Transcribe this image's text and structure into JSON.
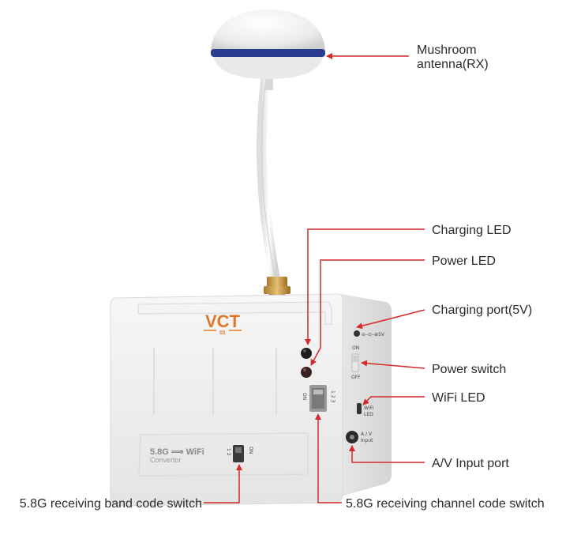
{
  "device": {
    "brand": "VCT",
    "brand_sub": "01",
    "badge_line1": "5.8G ⟹ WiFi",
    "badge_line2": "Convertor",
    "band_switch_marks": "1 2",
    "band_switch_on": "ON",
    "channel_switch_on": "ON",
    "channel_switch_marks": "1 2 3",
    "port_marking": "⊖–⊙–⊕5V",
    "power_on_mark": "ON",
    "power_off_mark": "OFF",
    "wifi_led_mark1": "WiFi",
    "wifi_led_mark2": "LED",
    "av_mark1": "A / V",
    "av_mark2": "Input"
  },
  "callouts": {
    "antenna_line1": "Mushroom",
    "antenna_line2": "antenna(RX)",
    "charging_led": "Charging LED",
    "power_led": "Power LED",
    "charging_port": "Charging port(5V)",
    "power_switch": "Power switch",
    "wifi_led": "WiFi LED",
    "av_input": "A/V Input port",
    "band_switch": "5.8G receiving band code switch",
    "channel_switch": "5.8G receiving channel code switch"
  },
  "colors": {
    "leader": "#d42a2a",
    "brand": "#e0782a",
    "antenna_band": "#2a3c8e",
    "body": "#f1f1f1"
  }
}
